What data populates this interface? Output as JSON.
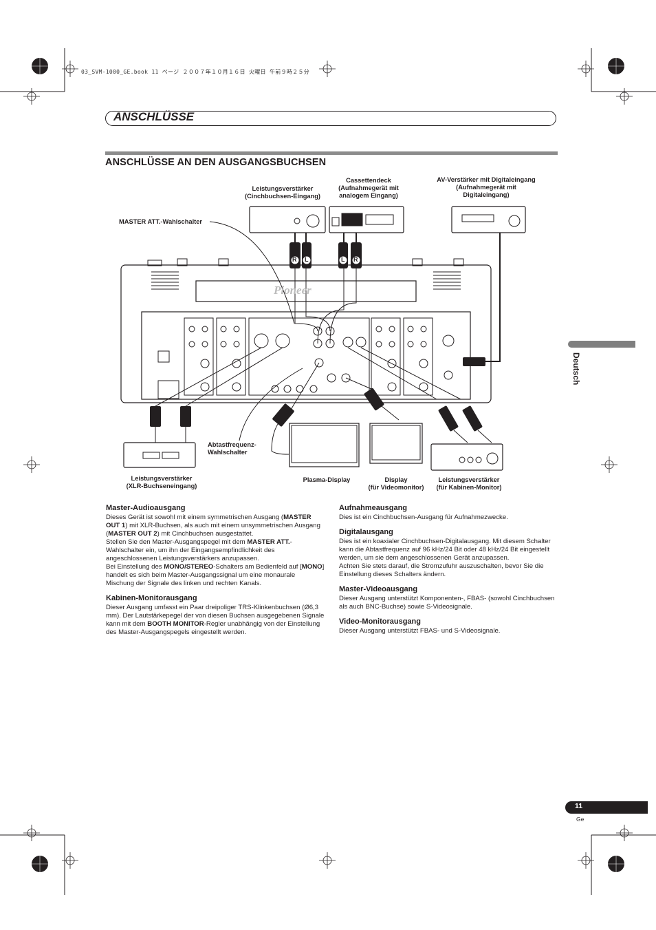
{
  "header": {
    "meta": "03_SVM-1000_GE.book  11 ページ  ２００７年１０月１６日  火曜日  午前９時２５分"
  },
  "section": {
    "title": "ANSCHLÜSSE"
  },
  "subsection": {
    "title": "ANSCHLÜSSE AN DEN AUSGANGSBUCHSEN"
  },
  "sidebar": {
    "language": "Deutsch"
  },
  "diagram": {
    "labels": {
      "amp_cinch": [
        "Leistungsverstärker",
        "(Cinchbuchsen-Eingang)"
      ],
      "cassette": [
        "Cassettendeck",
        "(Aufnahmegerät mit",
        "analogem Eingang)"
      ],
      "av_amp": [
        "AV-Verstärker mit Digitaleingang",
        "(Aufnahmegerät mit",
        "Digitaleingang)"
      ],
      "master_att": "MASTER ATT.-Wahlschalter",
      "samplerate": [
        "Abtastfrequenz-",
        "Wahlschalter"
      ],
      "amp_xlr": [
        "Leistungsverstärker",
        "(XLR-Buchseneingang)"
      ],
      "plasma": "Plasma-Display",
      "display": [
        "Display",
        "(für Videomonitor)"
      ],
      "amp_booth": [
        "Leistungsverstärker",
        "(für Kabinen-Monitor)"
      ]
    },
    "plug_letters": {
      "r": "R",
      "l": "L"
    },
    "brand": "Pioneer"
  },
  "columns": {
    "left": [
      {
        "heading": "Master-Audioausgang",
        "paragraphs": [
          [
            "Dieses Gerät ist sowohl mit einem symmetrischen Ausgang (",
            "MASTER OUT 1",
            ") mit XLR-Buchsen, als auch mit einem unsymmetrischen Ausgang (",
            "MASTER OUT 2",
            ") mit Cinchbuchsen ausgestattet."
          ],
          [
            "Stellen Sie den Master-Ausgangspegel mit dem ",
            "MASTER ATT.",
            "-Wahlschalter ein, um ihn der Eingangsempfindlichkeit des angeschlossenen Leistungsverstärkers anzupassen."
          ],
          [
            "Bei Einstellung des ",
            "MONO/STEREO",
            "-Schalters am Bedienfeld auf [",
            "MONO",
            "] handelt es sich beim Master-Ausgangssignal um eine monaurale Mischung der Signale des linken und rechten Kanals."
          ]
        ]
      },
      {
        "heading": "Kabinen-Monitorausgang",
        "paragraphs": [
          [
            "Dieser Ausgang umfasst ein Paar dreipoliger TRS-Klinkenbuchsen (Ø6,3 mm). Der Lautstärkepegel der von diesen Buchsen ausgegebenen Signale kann mit dem ",
            "BOOTH MONITOR",
            "-Regler unabhängig von der Einstellung des Master-Ausgangspegels eingestellt werden."
          ]
        ]
      }
    ],
    "right": [
      {
        "heading": "Aufnahmeausgang",
        "paragraphs": [
          [
            "Dies ist ein Cinchbuchsen-Ausgang für Aufnahmezwecke."
          ]
        ]
      },
      {
        "heading": "Digitalausgang",
        "paragraphs": [
          [
            "Dies ist ein koaxialer Cinchbuchsen-Digitalausgang. Mit diesem Schalter kann die Abtastfrequenz auf 96 kHz/24 Bit oder 48 kHz/24 Bit eingestellt werden, um sie dem angeschlossenen Gerät anzupassen."
          ],
          [
            "Achten Sie stets darauf, die Stromzufuhr auszuschalten, bevor Sie die Einstellung dieses Schalters ändern."
          ]
        ]
      },
      {
        "heading": "Master-Videoausgang",
        "paragraphs": [
          [
            "Dieser Ausgang unterstützt Komponenten-, FBAS- (sowohl Cinchbuchsen als auch BNC-Buchse) sowie S-Videosignale."
          ]
        ]
      },
      {
        "heading": "Video-Monitorausgang",
        "paragraphs": [
          [
            "Dieser Ausgang unterstützt FBAS- und S-Videosignale."
          ]
        ]
      }
    ]
  },
  "footer": {
    "page": "11",
    "lang": "Ge"
  }
}
